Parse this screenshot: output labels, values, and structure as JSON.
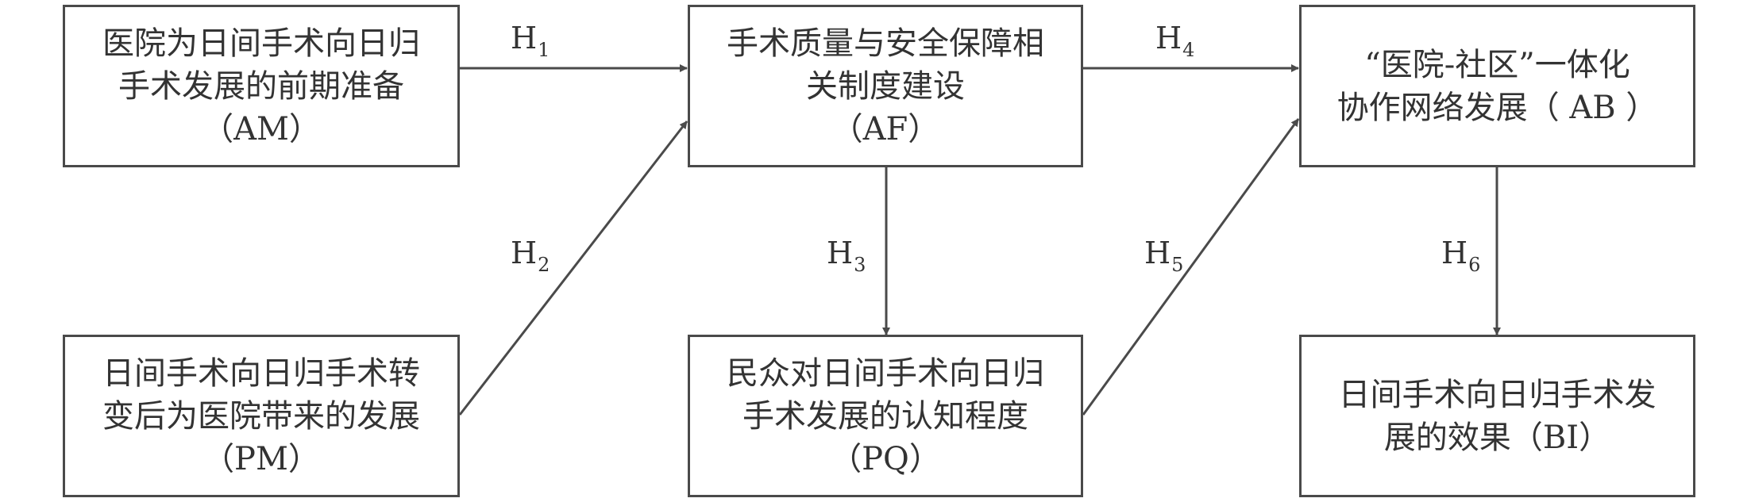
{
  "nodes": {
    "am": {
      "lines": [
        "医院为日间手术向日归",
        "手术发展的前期准备",
        "（AM）"
      ]
    },
    "pm": {
      "lines": [
        "日间手术向日归手术转",
        "变后为医院带来的发展",
        "（PM）"
      ]
    },
    "af": {
      "lines": [
        "手术质量与安全保障相",
        "关制度建设",
        "（AF）"
      ]
    },
    "pq": {
      "lines": [
        "民众对日间手术向日归",
        "手术发展的认知程度",
        "（PQ）"
      ]
    },
    "ab": {
      "lines": [
        "“医院-社区”一体化",
        "协作网络发展（ AB ）"
      ]
    },
    "bi": {
      "lines": [
        "日间手术向日归手术发",
        "展的效果（BI）"
      ]
    }
  },
  "hypotheses": [
    {
      "letter": "H",
      "sub": "1"
    },
    {
      "letter": "H",
      "sub": "2"
    },
    {
      "letter": "H",
      "sub": "3"
    },
    {
      "letter": "H",
      "sub": "4"
    },
    {
      "letter": "H",
      "sub": "5"
    },
    {
      "letter": "H",
      "sub": "6"
    }
  ],
  "colors": {
    "line": "#4a4a4a",
    "text": "#333333"
  }
}
